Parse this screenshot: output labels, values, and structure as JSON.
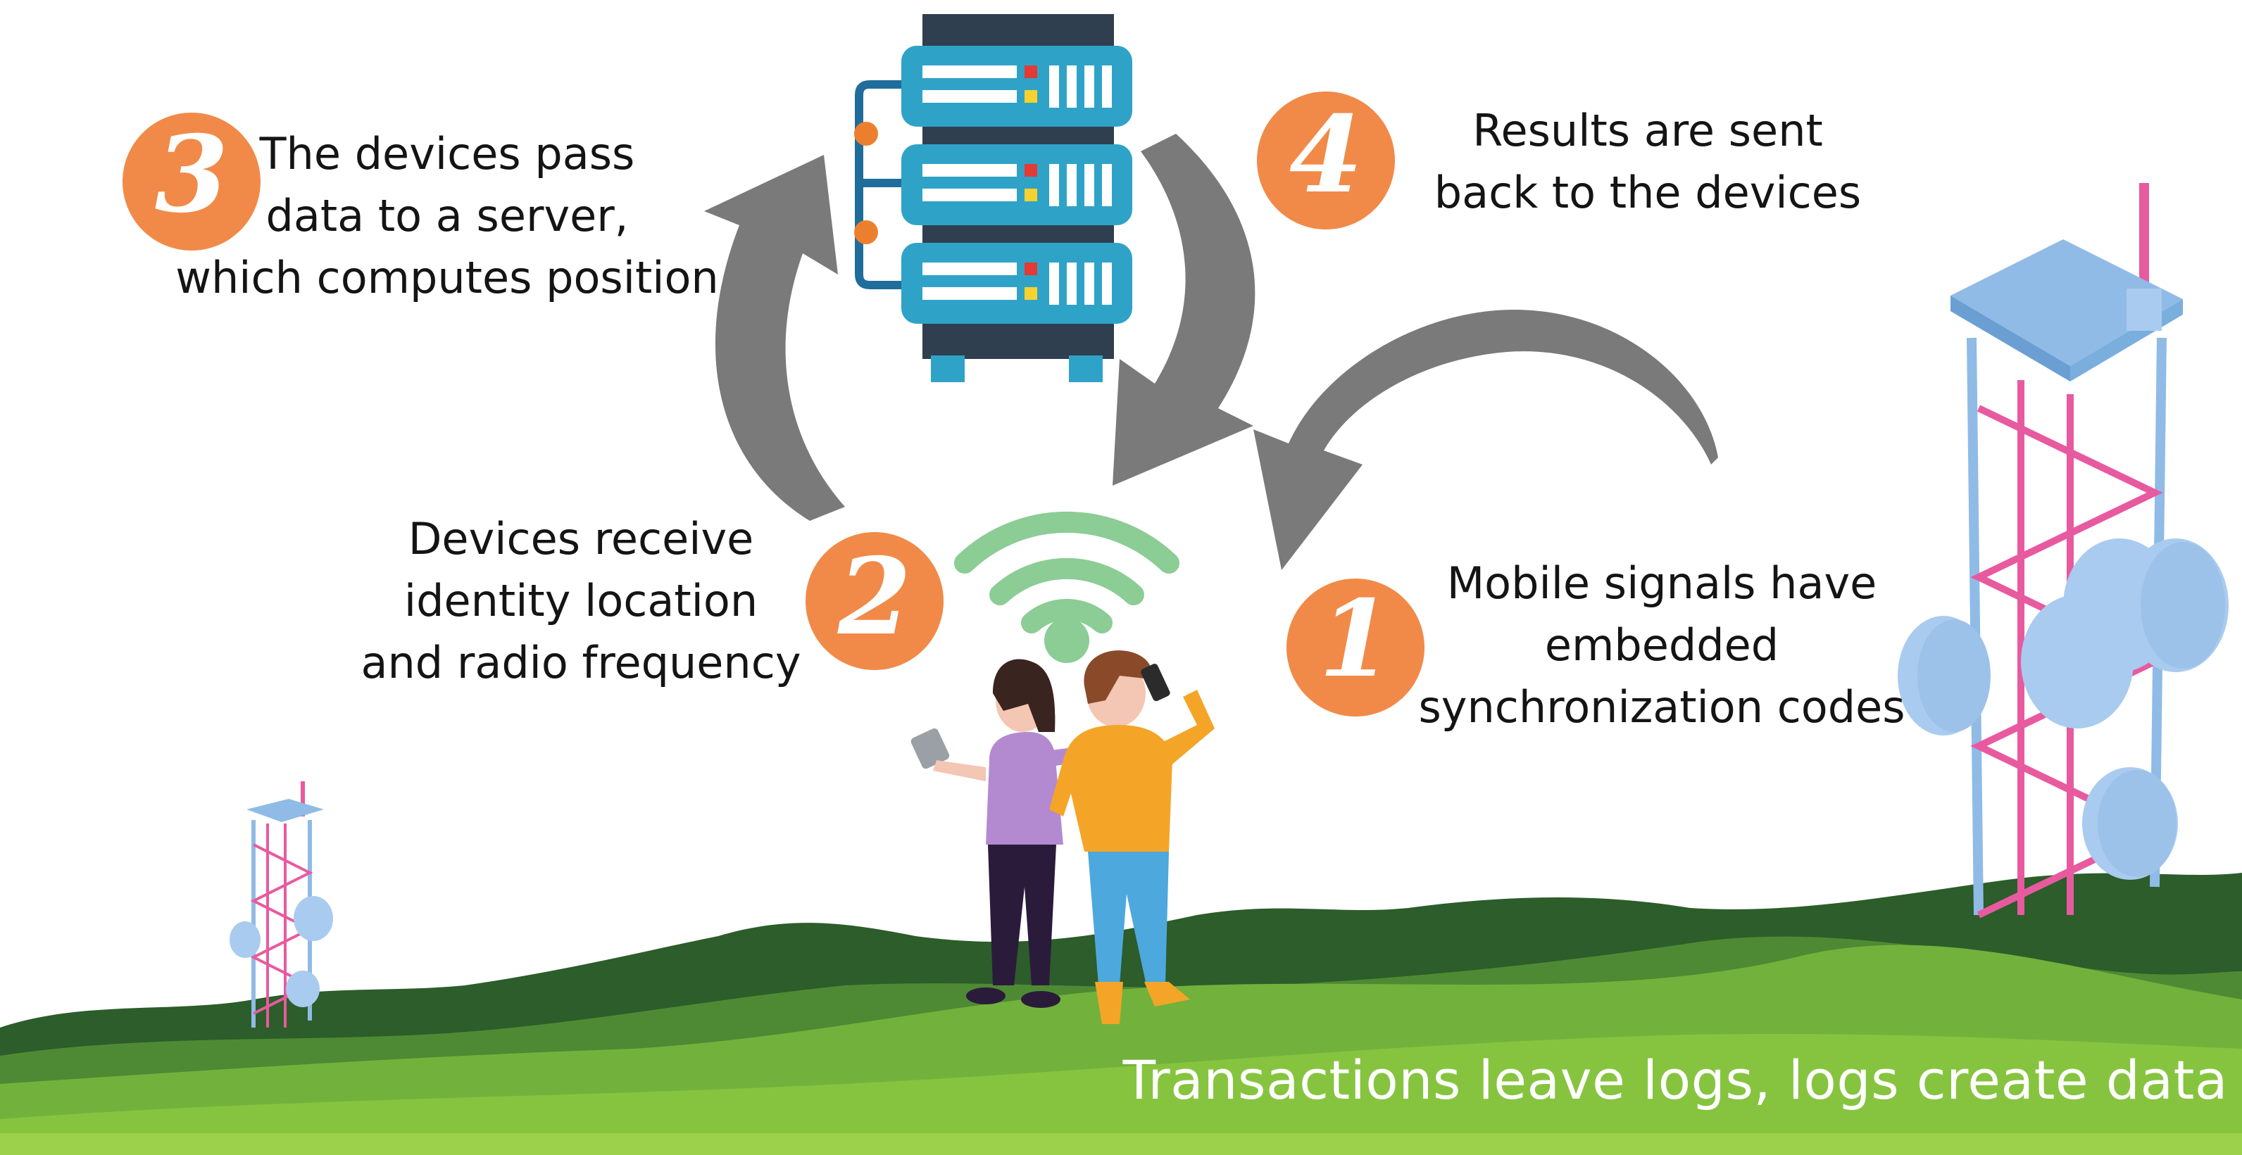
{
  "colors": {
    "step_badge": "#f18a48",
    "arrow": "#7a7a7a",
    "server_blue": "#2fa3c7",
    "server_rack": "#2f3f4f",
    "wifi": "#8ccc95",
    "grass_light": "#86c43f",
    "grass_dark": "#2c5d2a",
    "tower_blue": "#8fbbe6",
    "tower_pink": "#e85a9f"
  },
  "steps": [
    {
      "number": "1",
      "lines": [
        "Mobile signals have",
        "embedded",
        "synchronization codes"
      ]
    },
    {
      "number": "2",
      "lines": [
        "Devices receive",
        "identity location",
        "and radio frequency"
      ]
    },
    {
      "number": "3",
      "lines": [
        "The devices pass",
        "data to a server,",
        "which computes position"
      ]
    },
    {
      "number": "4",
      "lines": [
        "Results are sent",
        "back to the devices"
      ]
    }
  ],
  "footer": "Transactions leave logs, logs create data",
  "icons": [
    "server-icon",
    "wifi-icon",
    "cell-tower-icon",
    "people-with-phones-icon"
  ]
}
